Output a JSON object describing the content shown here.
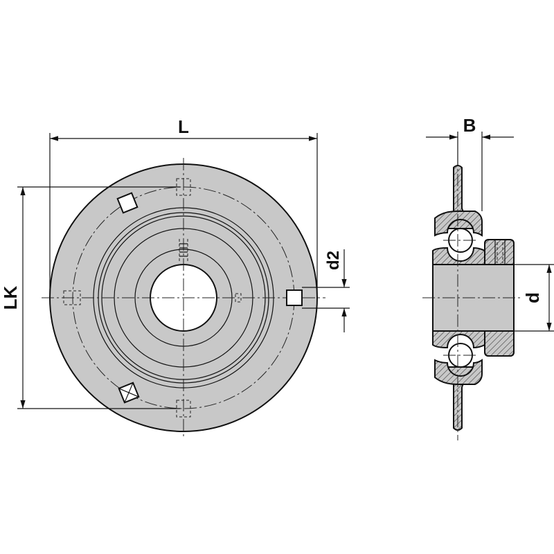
{
  "labels": {
    "L": "L",
    "LK": "LK",
    "d2": "d2",
    "B": "B",
    "d": "d"
  },
  "colors": {
    "body_fill": "#c8c8c8",
    "line": "#111111",
    "background": "#ffffff"
  }
}
